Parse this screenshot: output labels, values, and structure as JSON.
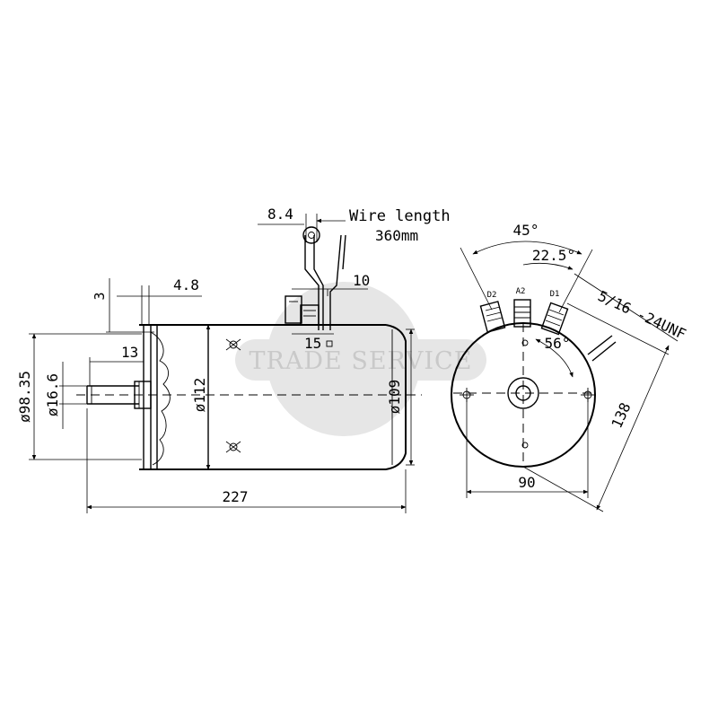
{
  "watermark": {
    "text": "TRADE SERVICE",
    "text_color": "#c9c9c9",
    "disc_color": "#e6e6e6"
  },
  "side_view": {
    "dim_wire_hole": "8.4",
    "wire_label": "Wire length",
    "wire_length": "360mm",
    "dim_terminal_offset": "10",
    "dim_terminal_width": "15",
    "dim_flange_thickness": "3",
    "dim_flange_offset": "4.8",
    "dim_shaft_step": "13",
    "dim_flange_dia": "ø98.35",
    "dim_shaft_dia": "ø16.6",
    "dim_body_dia": "ø112",
    "dim_end_dia": "ø109",
    "dim_total_length": "227"
  },
  "end_view": {
    "angle_outer": "45°",
    "angle_inner": "22.5°",
    "angle_lower": "56°",
    "thread_spec": "5/16 -24UNF",
    "terminal_left": "D2",
    "terminal_mid": "A2",
    "terminal_right": "D1",
    "dim_mount_spacing": "90",
    "dim_height": "138"
  },
  "colors": {
    "line": "#000000",
    "background": "#ffffff"
  }
}
